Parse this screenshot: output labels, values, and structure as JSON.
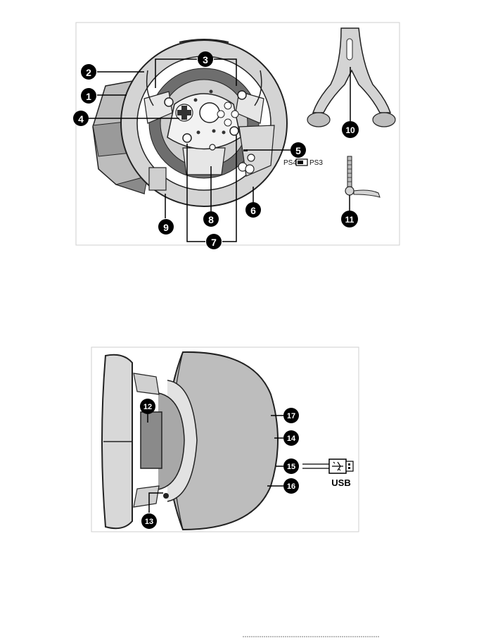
{
  "top_figure": {
    "callouts": [
      {
        "id": "1",
        "label": "1"
      },
      {
        "id": "2",
        "label": "2"
      },
      {
        "id": "3",
        "label": "3"
      },
      {
        "id": "4",
        "label": "4"
      },
      {
        "id": "5",
        "label": "5"
      },
      {
        "id": "6",
        "label": "6"
      },
      {
        "id": "7",
        "label": "7"
      },
      {
        "id": "8",
        "label": "8"
      },
      {
        "id": "9",
        "label": "9"
      },
      {
        "id": "10",
        "label": "10"
      },
      {
        "id": "11",
        "label": "11"
      }
    ],
    "switch": {
      "left_label": "PS4",
      "right_label": "PS3"
    }
  },
  "bottom_figure": {
    "callouts": [
      {
        "id": "12",
        "label": "12"
      },
      {
        "id": "13",
        "label": "13"
      },
      {
        "id": "14",
        "label": "14"
      },
      {
        "id": "15",
        "label": "15"
      },
      {
        "id": "16",
        "label": "16"
      },
      {
        "id": "17",
        "label": "17"
      }
    ],
    "usb_label": "USB"
  }
}
